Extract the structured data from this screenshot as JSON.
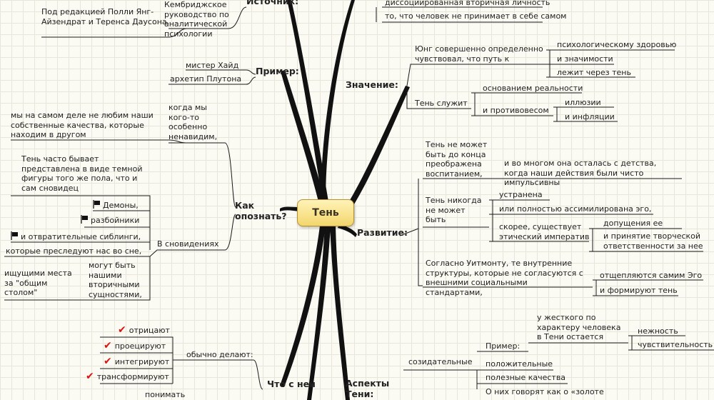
{
  "center": "Тень",
  "branches": {
    "source": {
      "label": "Источник:",
      "text1": "Под редакцией Полли Янг-Айзендрат и Теренса Даусона.",
      "text2": "Кембриджское руководство по аналитической психологии"
    },
    "example": {
      "label": "Пример:",
      "items": [
        "мистер Хайд",
        "архетип Плутона"
      ]
    },
    "recognize": {
      "label": "Как опознать?",
      "when": "когда мы кого-то особенно ненавидим,",
      "dislike": "мы на самом деле не любим наши собственные качества, которые находим в другом",
      "figure": "Тень часто бывает представлена в виде темной фигуры того же пола, что и сам сновидец",
      "dreams": "В сновидениях",
      "dream_items": [
        "Демоны,",
        "разбойники",
        "и отвратительные сиблинги,",
        "которые преследуют нас во сне,"
      ],
      "secondary": "могут быть нашими вторичными сущностями,",
      "seeking": "ищущими места за \"общим столом\""
    },
    "what": {
      "label": "Что с ней",
      "usually": "обычно делают:",
      "items": [
        "отрицают",
        "проецируют",
        "интегрируют",
        "трансформируют"
      ],
      "understand": "понимать"
    },
    "top": {
      "items": [
        "диссоциированная вторичная личность",
        "то, что человек не принимает в себе самом"
      ]
    },
    "meaning": {
      "label": "Значение:",
      "jung": "Юнг совершенно определенно чувствовал, что путь к",
      "jung_items": [
        "психологическому здоровью",
        "и значимости",
        "лежит через тень"
      ],
      "serves": "Тень служит",
      "serves_items": [
        "основанием реальности",
        "и противовесом"
      ],
      "counter_items": [
        "иллюзии",
        "и инфляции"
      ]
    },
    "development": {
      "label": "Развитие:",
      "cannot": "Тень не может быть до конца преображена воспитанием,",
      "childhood": "и во многом она осталась с детства, когда наши действия были чисто импульсивны",
      "never": "Тень никогда не может быть",
      "never_items": [
        "устранена",
        "или полностью ассимилирована эго,",
        "скорее, существует этический императив"
      ],
      "imperative_items": [
        "допущения ее",
        "и принятие творческой ответственности за нее"
      ],
      "whitmont": "Согласно Уитмонту, те внутренние структуры, которые не согласуются с внешними социальными стандартами,",
      "whitmont_items": [
        "отщепляются самим Эго",
        "и формируют тень"
      ]
    },
    "aspects": {
      "label": "Аспекты Тени:",
      "creative": "созидательные",
      "example": "Пример:",
      "hard": "у жесткого по характеру человека в Тени остается",
      "hard_items": [
        "нежность",
        "чувствительность"
      ],
      "positive": "положительные",
      "useful": "полезные качества",
      "gold": "О них говорят как о «золоте"
    }
  },
  "colors": {
    "line": "#1a1a1a",
    "node_fill": "#f3d66c",
    "node_border": "#b8912f",
    "check": "#dd1111"
  }
}
